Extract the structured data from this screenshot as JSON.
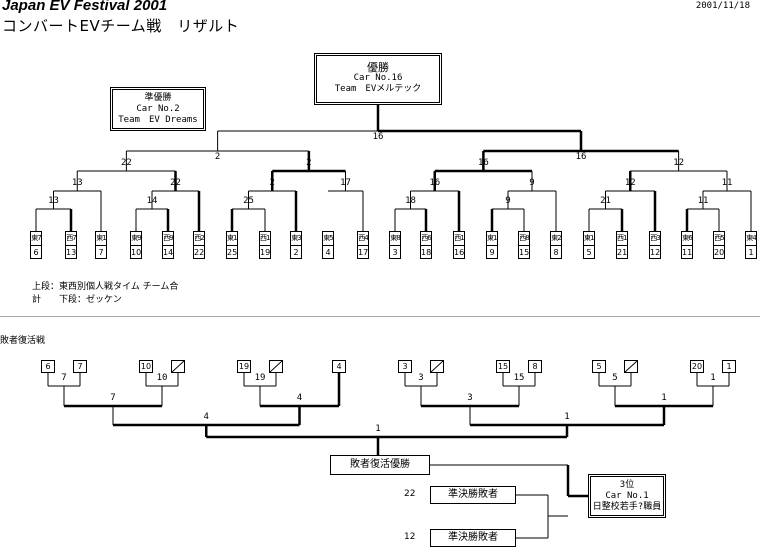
{
  "header": {
    "title": "Japan EV Festival 2001",
    "subtitle": "コンバートEVチーム戦　リザルト",
    "date": "2001/11/18"
  },
  "winner": {
    "title": "優勝",
    "car": "Car No.16",
    "team": "Team　EVメルテック"
  },
  "runner_up": {
    "title": "準優勝",
    "car": "Car No.2",
    "team": "Team　EV Dreams"
  },
  "main_bracket": {
    "final": "16",
    "semis": [
      "2",
      "16"
    ],
    "quarters": [
      "22",
      "2",
      "16",
      "12"
    ],
    "round2": [
      "13",
      "22",
      "2",
      "17",
      "16",
      "9",
      "12",
      "11"
    ],
    "round1": [
      "13",
      "14",
      "25",
      "",
      "18",
      "9",
      "21",
      "11"
    ],
    "entrants": [
      {
        "team": "東7",
        "no": "6"
      },
      {
        "team": "西7",
        "no": "13"
      },
      {
        "team": "東1",
        "no": "7"
      },
      {
        "team": "東9",
        "no": "10"
      },
      {
        "team": "西9",
        "no": "14"
      },
      {
        "team": "西2",
        "no": "22"
      },
      {
        "team": "東11",
        "no": "25"
      },
      {
        "team": "西11",
        "no": "19"
      },
      {
        "team": "東3",
        "no": "2"
      },
      {
        "team": "東5",
        "no": "4"
      },
      {
        "team": "西4",
        "no": "17"
      },
      {
        "team": "東8",
        "no": "3"
      },
      {
        "team": "西6",
        "no": "18"
      },
      {
        "team": "西1",
        "no": "16"
      },
      {
        "team": "東10",
        "no": "9"
      },
      {
        "team": "西8",
        "no": "15"
      },
      {
        "team": "東2",
        "no": "8"
      },
      {
        "team": "東12",
        "no": "5"
      },
      {
        "team": "西10",
        "no": "21"
      },
      {
        "team": "西3",
        "no": "12"
      },
      {
        "team": "東6",
        "no": "11"
      },
      {
        "team": "西5",
        "no": "20"
      },
      {
        "team": "東4",
        "no": "1"
      }
    ]
  },
  "legend": {
    "line1": "上段：東西別個人戦タイム チーム合",
    "line2": "計　　下段：ゼッケン"
  },
  "repechage": {
    "heading": "敗者復活戦",
    "entrants": [
      "6",
      "7",
      "10",
      "",
      "19",
      "",
      "4",
      "3",
      "",
      "15",
      "8",
      "5",
      "",
      "20",
      "1"
    ],
    "r1": [
      "7",
      "10",
      "19",
      "3",
      "15",
      "5",
      "1"
    ],
    "r2": [
      "7",
      "4",
      "3",
      "1"
    ],
    "r3": [
      "4",
      "1"
    ],
    "final": "1",
    "winner_label": "敗者復活優勝",
    "semi_losers": [
      {
        "no": "22",
        "label": "準決勝敗者"
      },
      {
        "no": "12",
        "label": "準決勝敗者"
      }
    ],
    "third": {
      "title": "3位",
      "car": "Car No.1",
      "team": "日整校若手?職員"
    }
  }
}
